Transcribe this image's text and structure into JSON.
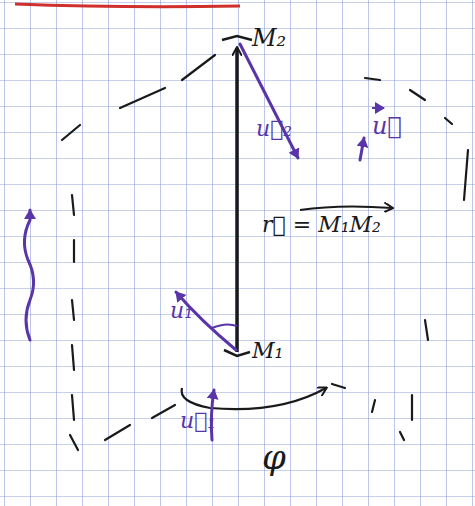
{
  "diagram": {
    "labels": [
      "M₂",
      "u⃗₂",
      "u⃗",
      "r⃗ = M₁M₂",
      "u₁",
      "M₁",
      "u⃗₁",
      "φ"
    ]
  }
}
